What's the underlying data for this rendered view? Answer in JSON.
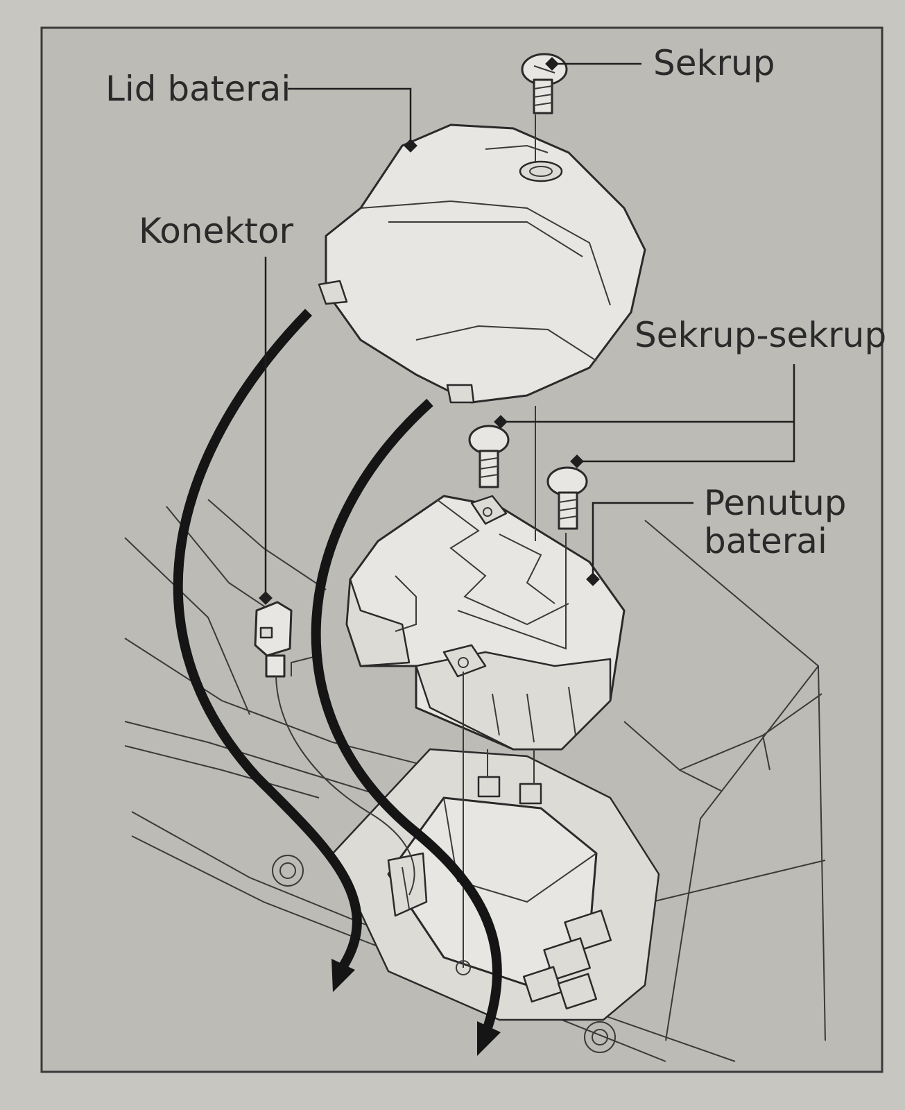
{
  "labels": {
    "sekrup": "Sekrup",
    "lid_baterai": "Lid baterai",
    "konektor": "Konektor",
    "sekrup_sekrup": "Sekrup-sekrup",
    "penutup_line1": "Penutup",
    "penutup_line2": "baterai"
  },
  "colors": {
    "page": "#c7c6c1",
    "panel": "#bab9b4",
    "part_fill": "#e7e6e2",
    "line": "#1f1f1f"
  }
}
